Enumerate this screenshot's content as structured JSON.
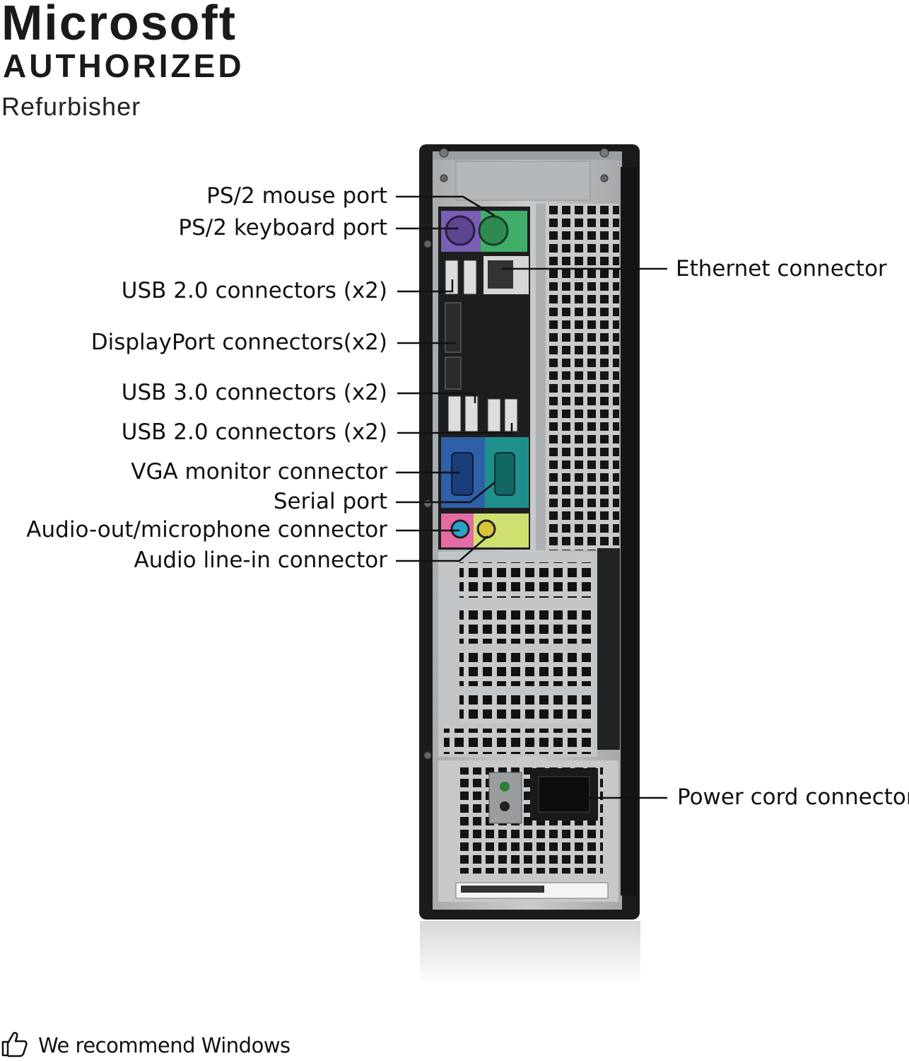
{
  "logo": {
    "line1": "Microsoft",
    "line2": "AUTHORIZED",
    "line3": "Refurbisher"
  },
  "labels": {
    "ps2_mouse": "PS/2 mouse port",
    "ps2_keyboard": "PS/2 keyboard port",
    "usb20_top": "USB 2.0 connectors (x2)",
    "displayport": "DisplayPort connectors(x2)",
    "usb30": "USB 3.0 connectors (x2)",
    "usb20_bottom": "USB 2.0 connectors (x2)",
    "vga": "VGA monitor connector",
    "serial": "Serial port",
    "audio_out": "Audio-out/microphone connector",
    "audio_in": "Audio line-in connector",
    "ethernet": "Ethernet connector",
    "power": "Power cord connector"
  },
  "footer": {
    "icon": "thumbs-up-icon",
    "text": "We recommend Windows"
  },
  "colors": {
    "case_black": "#1b1b1b",
    "panel_grey": "#b9bcbe",
    "ps2_purple": "#7a5fb4",
    "ps2_green": "#3fae6a",
    "vga_blue": "#2f5fa8",
    "serial_teal": "#1f8f8c",
    "audio_pink": "#e56aa3",
    "audio_lime": "#cfe070"
  }
}
